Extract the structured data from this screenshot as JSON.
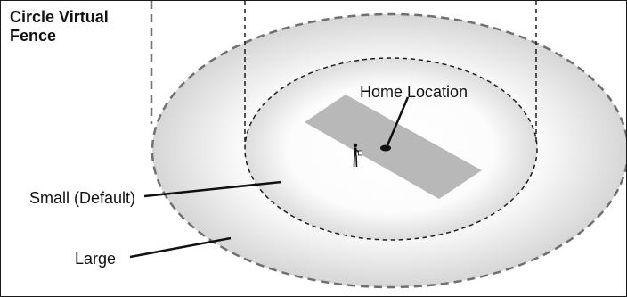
{
  "title_lines": [
    "Circle Virtual",
    "Fence"
  ],
  "labels": {
    "home_location": "Home Location",
    "small_fence": "Small (Default)",
    "large_fence": "Large"
  },
  "colors": {
    "border": "#1a1a1a",
    "fence_dash": "#707070",
    "inner_fence_dash": "#1e1e1e",
    "fill_edge": "#d8d8d8",
    "fill_center": "#ffffff",
    "home_pad": "#b8b8b8",
    "marker": "#111111"
  }
}
